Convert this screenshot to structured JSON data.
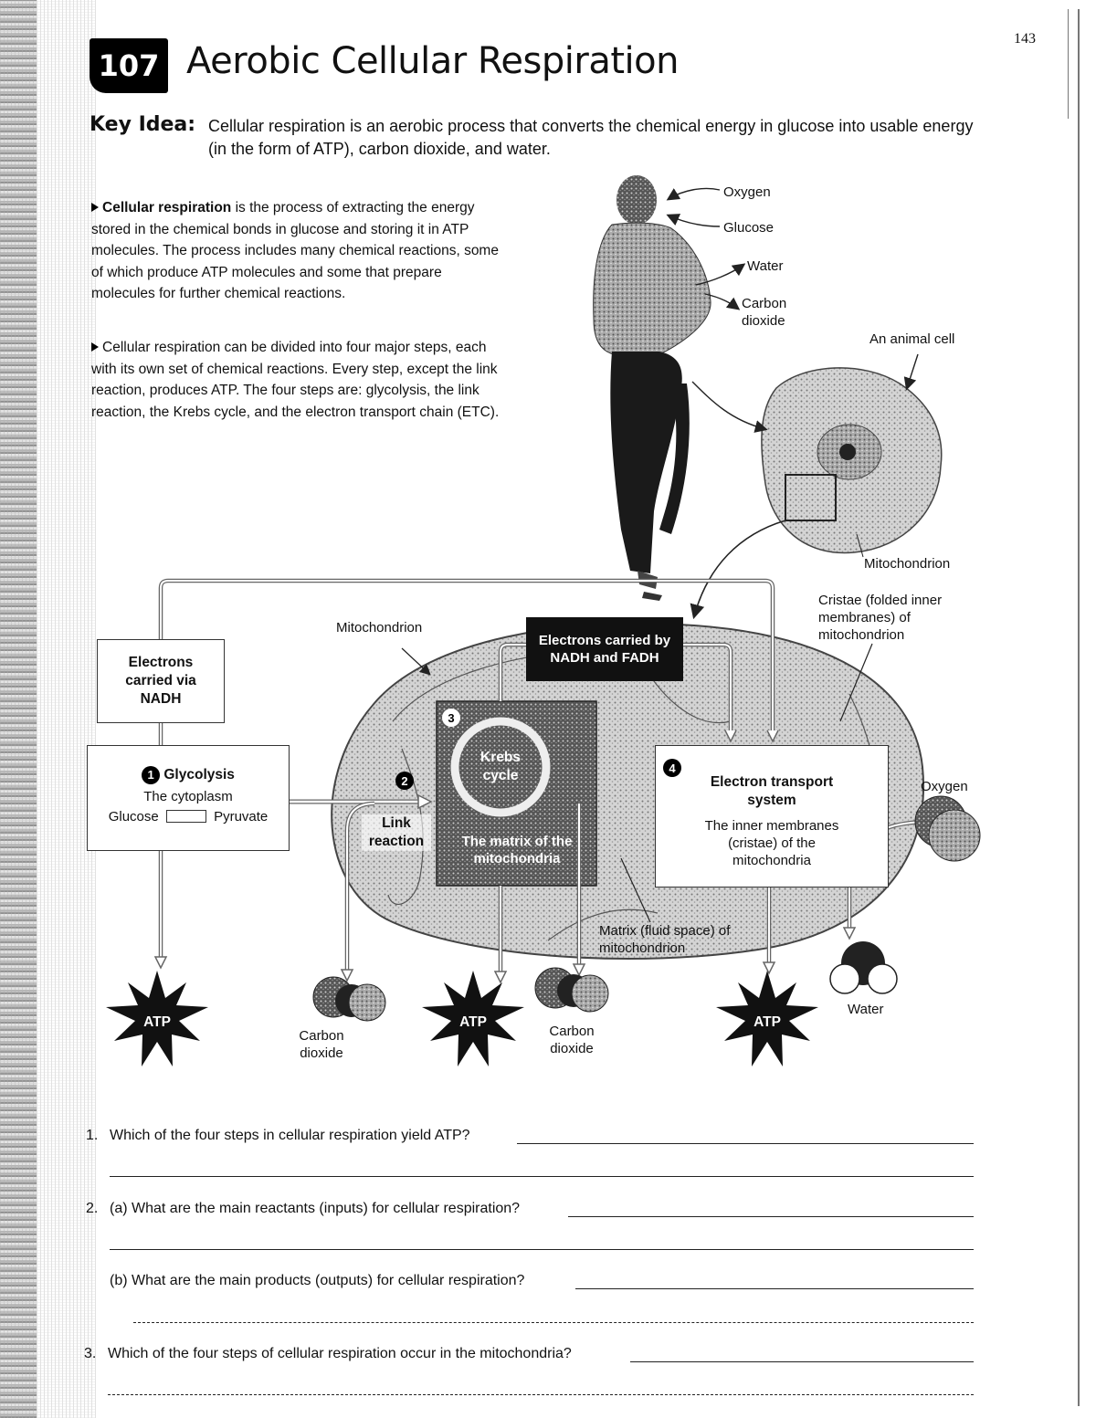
{
  "page": {
    "number": "143"
  },
  "chapter": {
    "number": "107",
    "title": "Aerobic Cellular Respiration"
  },
  "key_idea": {
    "label": "Key Idea:",
    "text": "Cellular respiration is an aerobic process that converts the chemical energy in glucose into usable energy (in the form of ATP), carbon dioxide, and water."
  },
  "bullets": [
    {
      "strong": "Cellular respiration",
      "text": " is the process of extracting the energy stored in the chemical bonds in glucose and storing it in ATP molecules. The process includes many chemical reactions, some of which produce ATP molecules and some that prepare molecules for further chemical reactions."
    },
    {
      "strong": "",
      "text": "Cellular respiration can be divided into four major steps, each with its own set of chemical reactions. Every step, except the link reaction, produces ATP. The four steps are: glycolysis, the link reaction, the Krebs cycle, and the electron transport chain (ETC)."
    }
  ],
  "figure": {
    "person_labels": {
      "oxygen": "Oxygen",
      "glucose": "Glucose",
      "water": "Water",
      "co2": "Carbon dioxide"
    },
    "animal_cell": "An animal cell",
    "mitochondrion_small": "Mitochondrion",
    "cristae": "Cristae (folded inner membranes) of mitochondrion",
    "mitochondrion": "Mitochondrion",
    "nadh_fadh": "Electrons carried by NADH and FADH",
    "electrons_nadh": "Electrons carried via NADH",
    "glycolysis": {
      "num": "1",
      "title": "Glycolysis",
      "loc": "The cytoplasm",
      "from": "Glucose",
      "to": "Pyruvate"
    },
    "link": {
      "num": "2",
      "title": "Link reaction"
    },
    "krebs": {
      "num": "3",
      "title": "Krebs cycle",
      "loc": "The matrix of the mitochondria"
    },
    "ets": {
      "num": "4",
      "title": "Electron transport system",
      "loc": "The inner membranes (cristae) of the mitochondria"
    },
    "matrix": "Matrix (fluid space) of mitochondrion",
    "oxygen": "Oxygen",
    "water": "Water",
    "co2": "Carbon dioxide",
    "atp": "ATP"
  },
  "questions": [
    {
      "num": "1.",
      "text": "Which of the four steps in cellular respiration yield ATP?"
    },
    {
      "num": "2.",
      "text": "(a) What are the main reactants (inputs) for cellular respiration?"
    },
    {
      "num": "",
      "text": "(b) What are the main products (outputs) for cellular respiration?"
    },
    {
      "num": "3.",
      "text": "Which of the four steps of cellular respiration occur in the mitochondria?"
    }
  ]
}
